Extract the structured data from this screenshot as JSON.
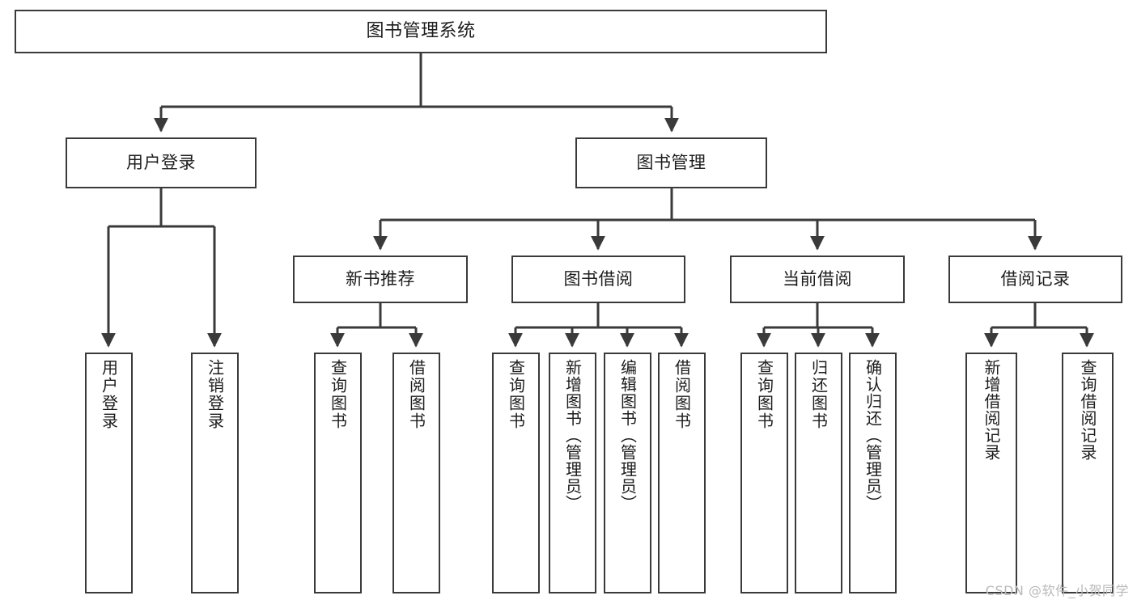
{
  "diagram": {
    "title": "图书管理系统",
    "type": "tree",
    "colors": {
      "box_border": "#3a3a3a",
      "box_fill": "#ffffff",
      "edge": "#3a3a3a",
      "text": "#1d1d1d",
      "watermark": "#b9b9b9",
      "background": "#ffffff"
    },
    "root": {
      "label": "图书管理系统"
    },
    "level2": [
      {
        "label": "用户登录"
      },
      {
        "label": "图书管理"
      }
    ],
    "level3": [
      {
        "label": "新书推荐"
      },
      {
        "label": "图书借阅"
      },
      {
        "label": "当前借阅"
      },
      {
        "label": "借阅记录"
      }
    ],
    "leaves": {
      "user_login": [
        {
          "label": "用户登录"
        },
        {
          "label": "注销登录"
        }
      ],
      "new_book": [
        {
          "label": "查询图书"
        },
        {
          "label": "借阅图书"
        }
      ],
      "borrow": [
        {
          "label": "查询图书"
        },
        {
          "label": "新增图书（管理员）"
        },
        {
          "label": "编辑图书（管理员）"
        },
        {
          "label": "借阅图书"
        }
      ],
      "current": [
        {
          "label": "查询图书"
        },
        {
          "label": "归还图书"
        },
        {
          "label": "确认归还（管理员）"
        }
      ],
      "records": [
        {
          "label": "新增借阅记录"
        },
        {
          "label": "查询借阅记录"
        }
      ]
    }
  },
  "watermark": {
    "text": "CSDN @软件_小贺同学"
  }
}
